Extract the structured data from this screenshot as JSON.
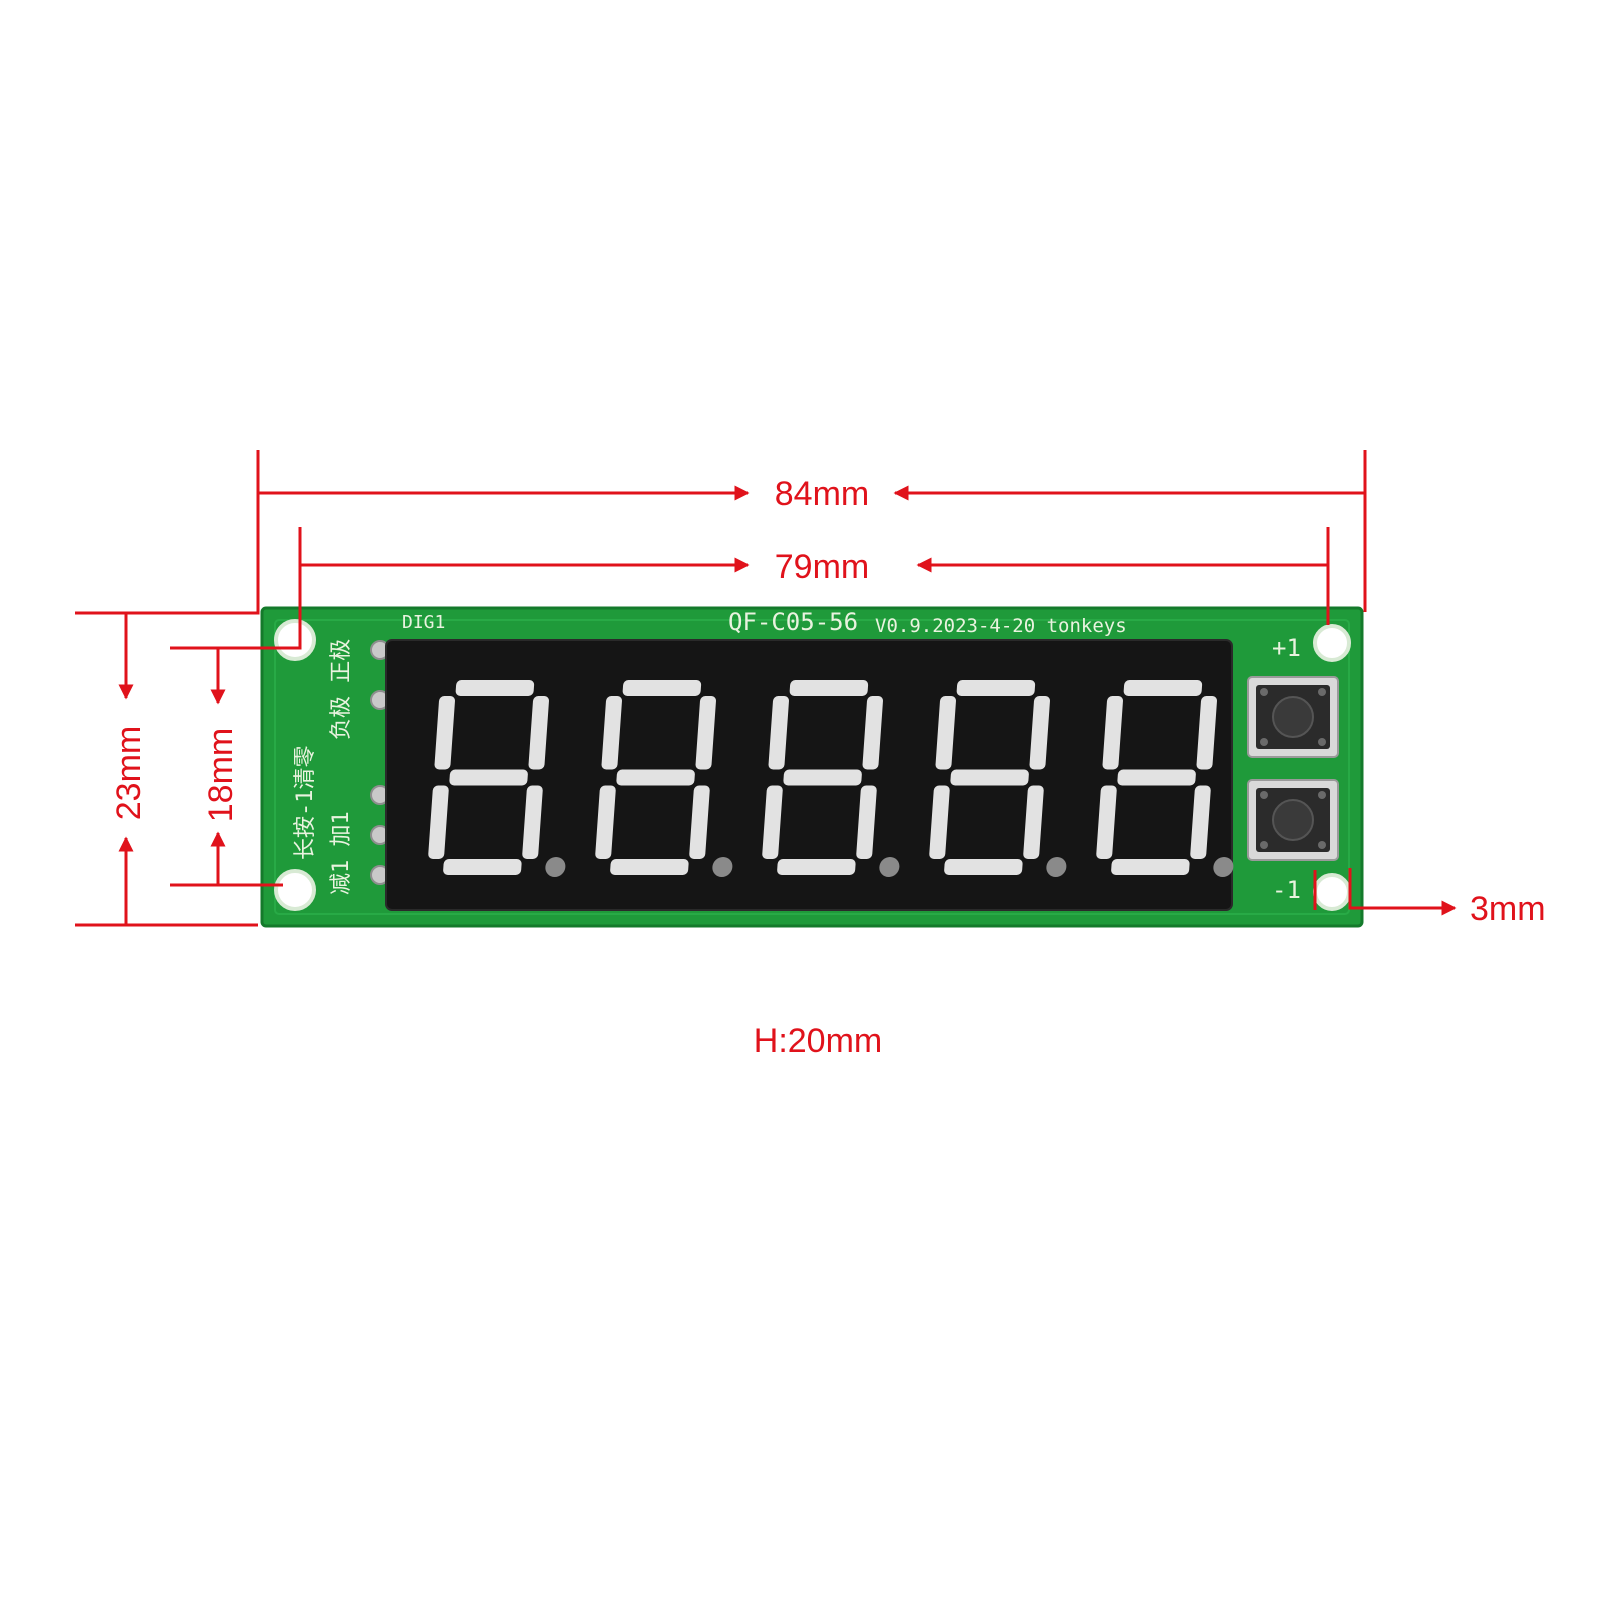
{
  "dimensions": {
    "overall_length": "84mm",
    "hole_spacing_length": "79mm",
    "overall_width": "23mm",
    "hole_spacing_width": "18mm",
    "hole_diameter": "3mm",
    "height": "H:20mm"
  },
  "board": {
    "model": "QF-C05-56",
    "version": "V0.9.2023-4-20 tonkeys",
    "display_label": "DIG1",
    "plus_label": "+1",
    "minus_label": "-1",
    "silk_row1": "长按-1清零",
    "silk_row2": "减1 加1",
    "silk_row3": "负极 正极",
    "digit_count": 5
  },
  "colors": {
    "dimension": "#e0121b",
    "pcb": "#1f9a3a",
    "display_body": "#151515",
    "segment": "#e2e2e2"
  }
}
